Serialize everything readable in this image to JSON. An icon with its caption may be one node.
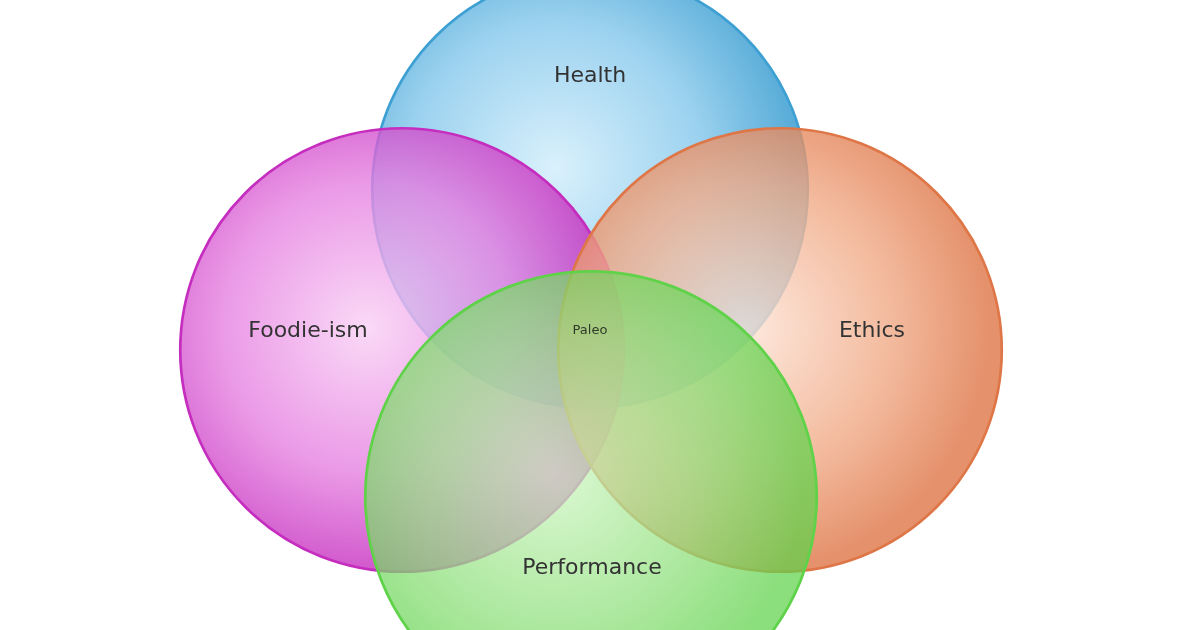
{
  "diagram": {
    "nodes": [
      {
        "text": [
          "Health"
        ]
      },
      {
        "text": [
          "Foodie-ism"
        ]
      },
      {
        "text": [
          "Ethics"
        ]
      },
      {
        "text": [
          "Performance"
        ]
      }
    ],
    "labels": [
      "Paleo"
    ]
  }
}
